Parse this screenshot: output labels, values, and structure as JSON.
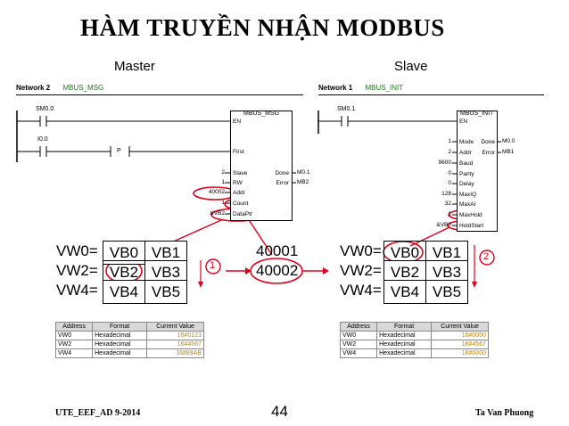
{
  "title": "HÀM TRUYỀN NHẬN MODBUS",
  "master": {
    "heading": "Master",
    "network_label": "Network 2",
    "network_block": "MBUS_MSG",
    "contact1": "SM0.0",
    "contact2": "I0.0",
    "pcoil": "P",
    "block_name": "MBUS_MSG",
    "pin_en": "EN",
    "pin_first": "First",
    "pins": [
      {
        "value": "2",
        "name": "Slave"
      },
      {
        "value": "1",
        "name": "RW"
      },
      {
        "value": "40002",
        "name": "Addr"
      },
      {
        "value": "1",
        "name": "Count"
      },
      {
        "value": "&VB2",
        "name": "DataPtr"
      }
    ],
    "outputs": [
      {
        "name": "Done",
        "value": "M0.1"
      },
      {
        "name": "Error",
        "value": "MB2"
      }
    ]
  },
  "slave": {
    "heading": "Slave",
    "network_label": "Network 1",
    "network_block": "MBUS_INIT",
    "contact1": "SM0.1",
    "block_name": "MBUS_INIT",
    "pin_en": "EN",
    "pins": [
      {
        "value": "1",
        "name": "Mode"
      },
      {
        "value": "2",
        "name": "Addr"
      },
      {
        "value": "9600",
        "name": "Baud"
      },
      {
        "value": "0",
        "name": "Parity"
      },
      {
        "value": "0",
        "name": "Delay"
      },
      {
        "value": "128",
        "name": "MaxIQ"
      },
      {
        "value": "32",
        "name": "MaxAI"
      },
      {
        "value": "1",
        "name": "MaxHold"
      },
      {
        "value": "&VB0",
        "name": "HoldStart"
      }
    ],
    "outputs": [
      {
        "name": "Done",
        "value": "M0.0"
      },
      {
        "name": "Error",
        "value": "MB1"
      }
    ]
  },
  "memmap_left": {
    "rows": [
      {
        "reg": "VW0=",
        "hi": "VB0",
        "lo": "VB1"
      },
      {
        "reg": "VW2=",
        "hi": "VB2",
        "lo": "VB3"
      },
      {
        "reg": "VW4=",
        "hi": "VB4",
        "lo": "VB5"
      }
    ]
  },
  "memmap_right": {
    "rows": [
      {
        "reg": "VW0=",
        "hi": "VB0",
        "lo": "VB1"
      },
      {
        "reg": "VW2=",
        "hi": "VB2",
        "lo": "VB3"
      },
      {
        "reg": "VW4=",
        "hi": "VB4",
        "lo": "VB5"
      }
    ]
  },
  "modbus_addrs": [
    "40001",
    "40002"
  ],
  "step_labels": [
    "1",
    "2"
  ],
  "status_headers": [
    "Address",
    "Format",
    "Current Value"
  ],
  "status_master": [
    {
      "address": "VW0",
      "format": "Hexadecimal",
      "value": "16#0123"
    },
    {
      "address": "VW2",
      "format": "Hexadecimal",
      "value": "16#4567"
    },
    {
      "address": "VW4",
      "format": "Hexadecimal",
      "value": "16#89AB"
    }
  ],
  "status_slave": [
    {
      "address": "VW0",
      "format": "Hexadecimal",
      "value": "16#0000"
    },
    {
      "address": "VW2",
      "format": "Hexadecimal",
      "value": "16#4567"
    },
    {
      "address": "VW4",
      "format": "Hexadecimal",
      "value": "16#0000"
    }
  ],
  "footer": {
    "left": "UTE_EEF_AD 9-2014",
    "page": "44",
    "right": "Ta Van Phuong"
  },
  "colors": {
    "annotation_red": "#e0001a",
    "block_green": "#1a7a1a",
    "value_gold": "#b8860b"
  }
}
